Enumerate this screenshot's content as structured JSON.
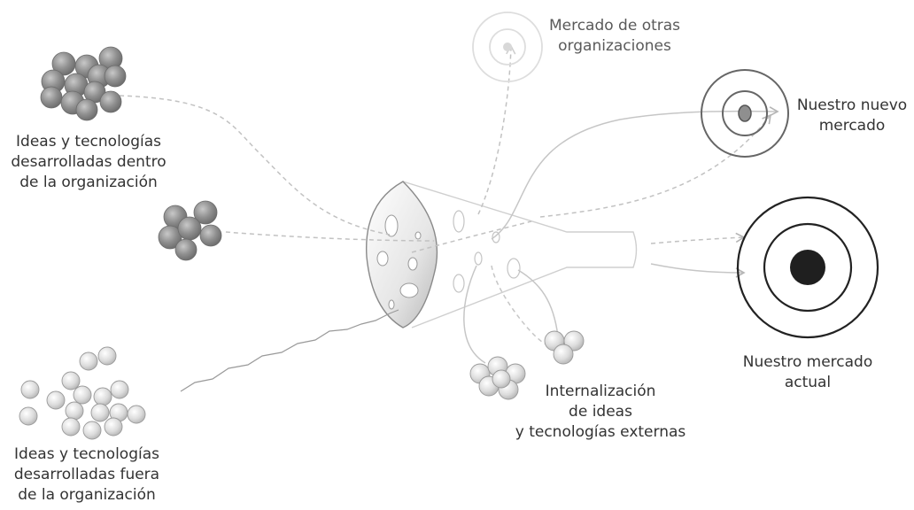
{
  "labels": {
    "inside": [
      "Ideas y tecnologías",
      "desarrolladas dentro",
      "de la organización"
    ],
    "outside": [
      "Ideas y tecnologías",
      "desarrolladas fuera",
      "de la organización"
    ],
    "other_markets": [
      "Mercado de otras",
      "organizaciones"
    ],
    "new_market": [
      "Nuestro nuevo",
      "mercado"
    ],
    "current_market": [
      "Nuestro mercado",
      "actual"
    ],
    "internalization": [
      "Internalización",
      "de ideas",
      "y tecnologías externas"
    ]
  },
  "colors": {
    "internal_balls": "#8c8c8c",
    "external_balls": "#d4d4d4",
    "current_market_core": "#1f1f1f",
    "new_market_core": "#8f8f8f",
    "path_lines": "#bfbfbf"
  }
}
